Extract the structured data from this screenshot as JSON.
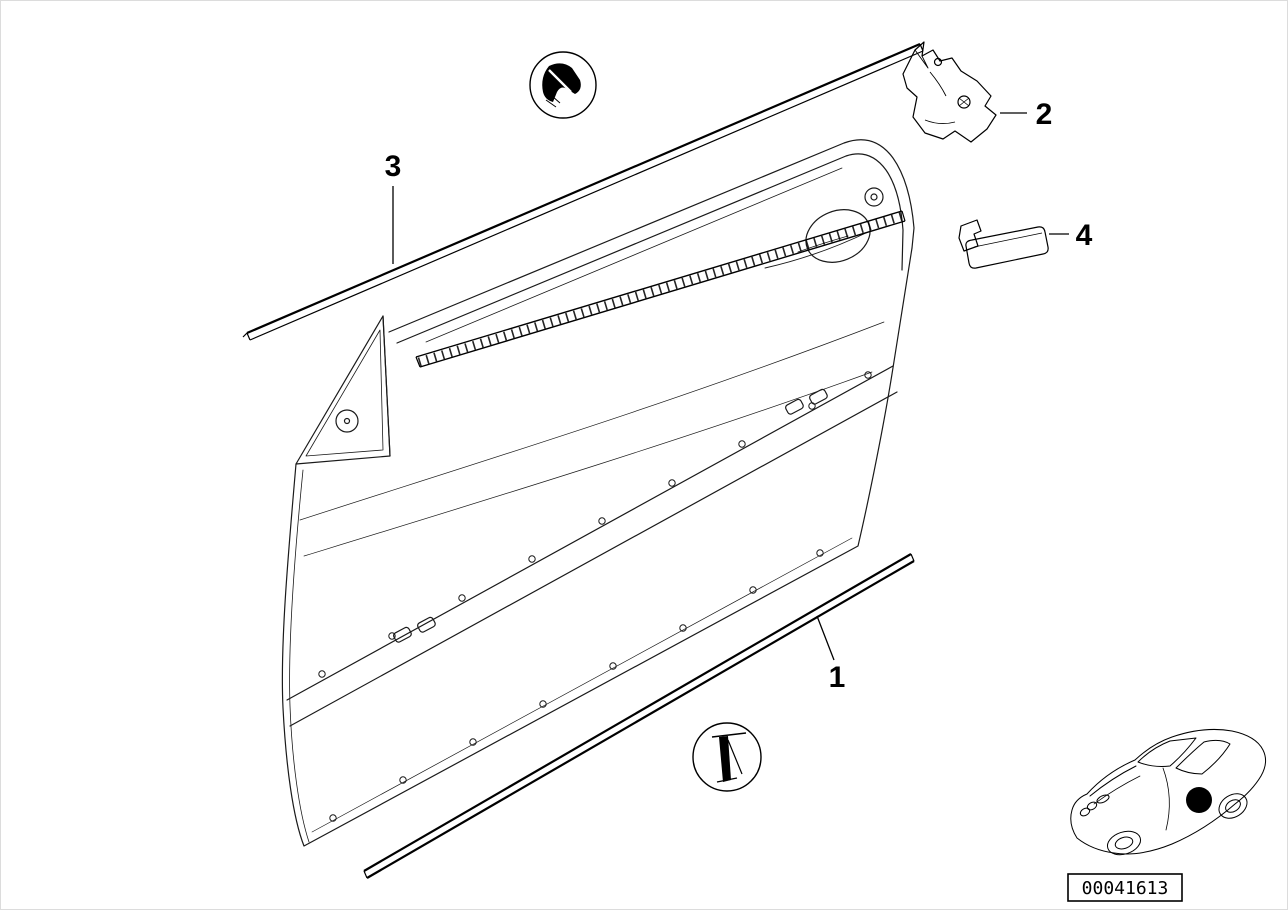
{
  "diagram": {
    "background_color": "#ffffff",
    "line_color": "#000000",
    "callouts": {
      "c1": "1",
      "c2": "2",
      "c3": "3",
      "c4": "4"
    },
    "part_number": "00041613",
    "icons": {
      "upper_detail": "moulding-cross-section-upper-icon",
      "lower_detail": "moulding-cross-section-lower-icon",
      "vehicle": "car-location-icon",
      "marker": "door-location-marker"
    }
  }
}
